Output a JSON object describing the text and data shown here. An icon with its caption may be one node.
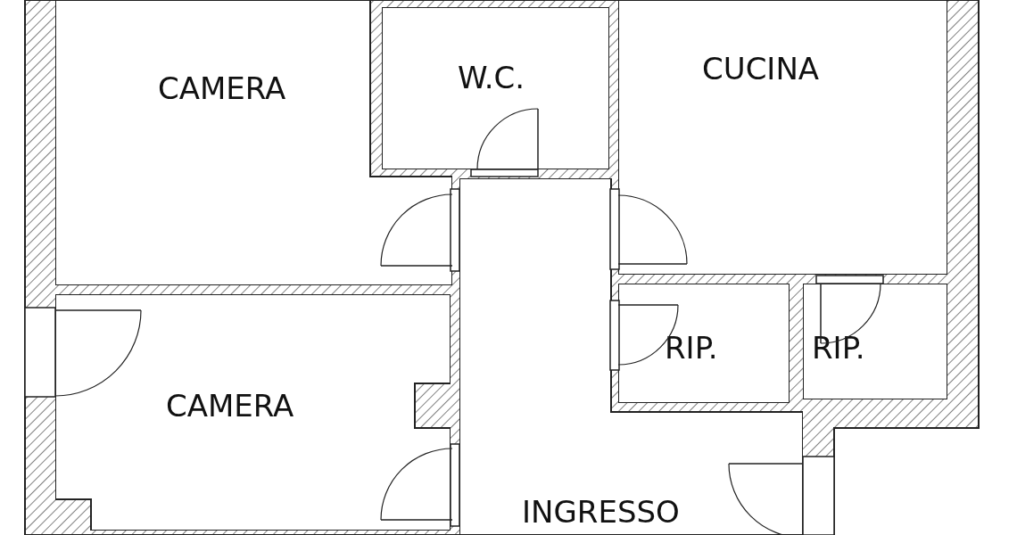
{
  "diagram": {
    "nodes": [
      {
        "text": [
          "CAMERA"
        ]
      },
      {
        "text": [
          "W.C."
        ]
      },
      {
        "text": [
          "CUCINA"
        ]
      },
      {
        "text": [
          "CAMERA"
        ]
      },
      {
        "text": [
          "RIP."
        ]
      },
      {
        "text": [
          "RIP."
        ]
      },
      {
        "text": [
          "INGRESSO"
        ]
      }
    ]
  }
}
